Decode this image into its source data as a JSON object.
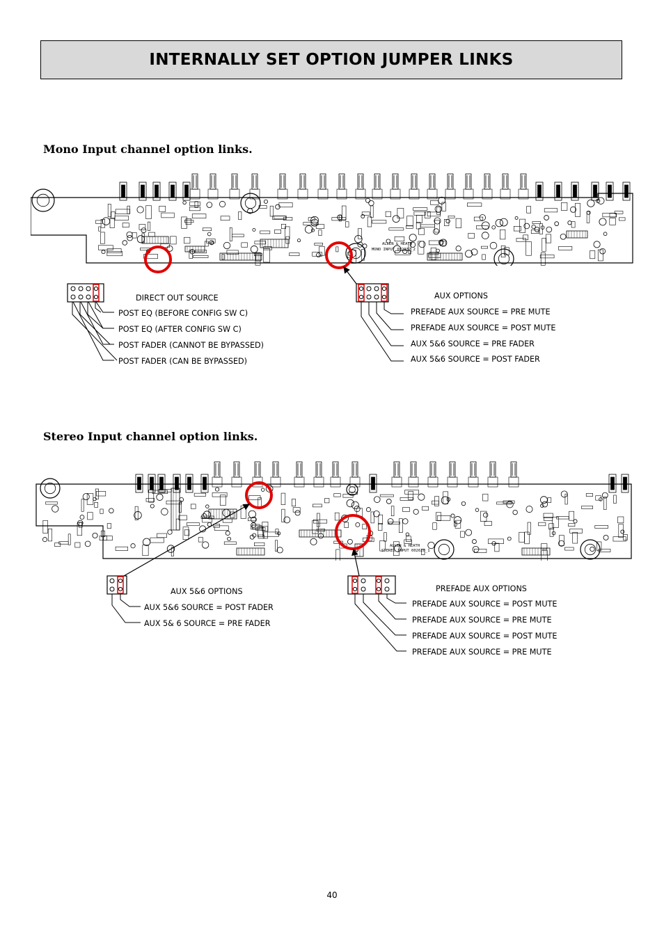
{
  "page": {
    "title": "INTERNALLY SET OPTION JUMPER LINKS",
    "page_number": "40"
  },
  "mono": {
    "heading": "Mono Input channel option links.",
    "board_text": [
      "ALLEN & HEATH",
      "MONO INPUT   002932_2"
    ],
    "direct_out": {
      "title": "DIRECT OUT SOURCE",
      "options": [
        "POST EQ (BEFORE CONFIG SW C)",
        "POST EQ (AFTER CONFIG SW C)",
        "POST FADER (CANNOT BE BYPASSED)",
        "POST FADER (CAN BE BYPASSED)"
      ]
    },
    "aux": {
      "title": "AUX OPTIONS",
      "options": [
        "PREFADE AUX SOURCE = PRE MUTE",
        "PREFADE AUX SOURCE = POST MUTE",
        "AUX 5&6 SOURCE = PRE FADER",
        "AUX 5&6 SOURCE = POST FADER"
      ]
    }
  },
  "stereo": {
    "heading": "Stereo Input channel option links.",
    "board_text": [
      "ALLEN & HEATH",
      "STEREO INPUT 002620_1"
    ],
    "aux56": {
      "title": "AUX 5&6 OPTIONS",
      "options": [
        "AUX 5&6 SOURCE = POST FADER",
        "AUX 5& 6 SOURCE = PRE FADER"
      ]
    },
    "prefade": {
      "title": "PREFADE AUX OPTIONS",
      "options": [
        "PREFADE AUX SOURCE = POST MUTE",
        "PREFADE AUX SOURCE = PRE MUTE",
        "PREFADE AUX SOURCE = POST MUTE",
        "PREFADE AUX SOURCE = PRE MUTE"
      ]
    }
  },
  "colors": {
    "highlight": "#e00000",
    "title_bg": "#d9d9d9",
    "board_line": "#000000"
  }
}
